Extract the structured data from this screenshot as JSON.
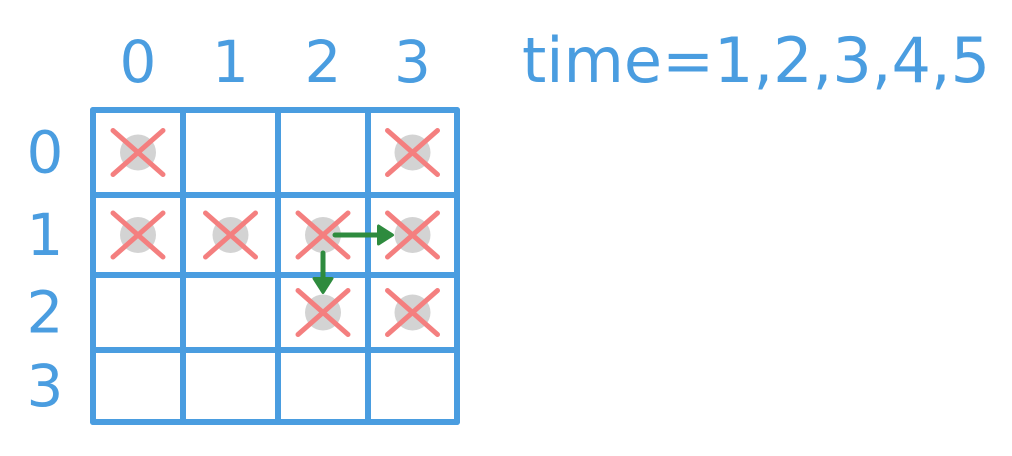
{
  "title": "time=1,2,3,4,5",
  "col_labels": [
    "0",
    "1",
    "2",
    "3"
  ],
  "row_labels": [
    "0",
    "1",
    "2",
    "3"
  ],
  "marked_cells": [
    [
      0,
      0
    ],
    [
      0,
      3
    ],
    [
      1,
      0
    ],
    [
      1,
      1
    ],
    [
      1,
      2
    ],
    [
      1,
      3
    ],
    [
      2,
      2
    ],
    [
      2,
      3
    ]
  ],
  "arrows": [
    {
      "from": [
        1,
        2
      ],
      "to": [
        1,
        3
      ]
    },
    {
      "from": [
        1,
        2
      ],
      "to": [
        2,
        2
      ]
    }
  ],
  "colors": {
    "grid": "#4a9de0",
    "cross": "#f47f7f",
    "dot": "#d3d3d3",
    "arrow": "#2e8b3e"
  }
}
